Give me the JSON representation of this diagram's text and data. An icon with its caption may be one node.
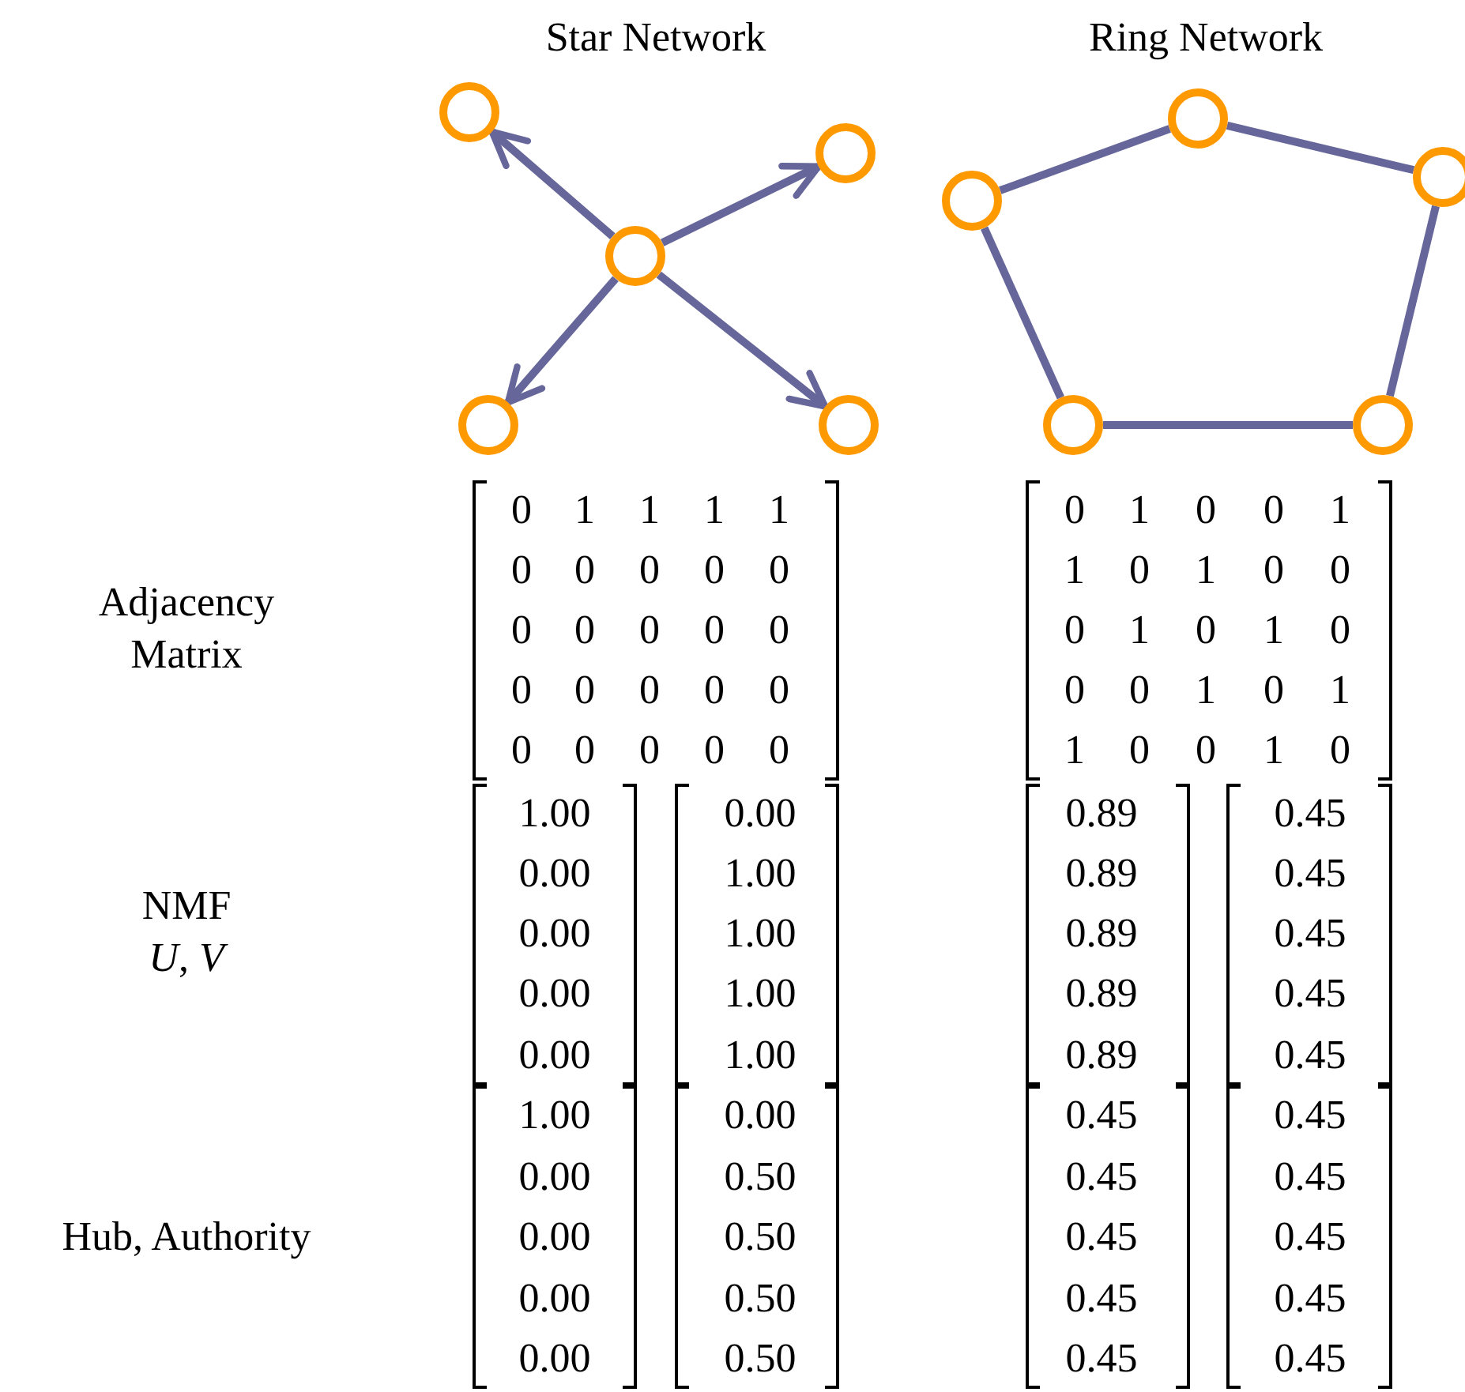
{
  "diagram": {
    "nodes": [
      {
        "text": [],
        "shape": "circle"
      },
      {
        "text": [],
        "shape": "circle"
      },
      {
        "text": [],
        "shape": "circle"
      },
      {
        "text": [],
        "shape": "circle"
      },
      {
        "text": [],
        "shape": "circle"
      },
      {
        "text": [],
        "shape": "circle"
      },
      {
        "text": [],
        "shape": "circle"
      },
      {
        "text": [],
        "shape": "circle"
      },
      {
        "text": [],
        "shape": "circle"
      },
      {
        "text": [],
        "shape": "circle"
      }
    ],
    "edges": [
      {
        "from": 2,
        "to": 0,
        "arrow": "to"
      },
      {
        "from": 2,
        "to": 1,
        "arrow": "to"
      },
      {
        "from": 2,
        "to": 3,
        "arrow": "to"
      },
      {
        "from": 2,
        "to": 4,
        "arrow": "to"
      },
      {
        "from": 7,
        "to": 5,
        "arrow": "none"
      },
      {
        "from": 5,
        "to": 6,
        "arrow": "none"
      },
      {
        "from": 6,
        "to": 9,
        "arrow": "none"
      },
      {
        "from": 9,
        "to": 8,
        "arrow": "none"
      },
      {
        "from": 8,
        "to": 7,
        "arrow": "none"
      }
    ],
    "labels": [
      "Star Network",
      "Ring Network",
      "Adjacency Matrix",
      "0",
      "1",
      "1",
      "1",
      "1",
      "0",
      "0",
      "0",
      "0",
      "0",
      "0",
      "0",
      "0",
      "0",
      "0",
      "0",
      "0",
      "0",
      "0",
      "0",
      "0",
      "0",
      "0",
      "0",
      "0",
      "0",
      "1",
      "0",
      "0",
      "1",
      "1",
      "0",
      "1",
      "0",
      "0",
      "0",
      "1",
      "0",
      "1",
      "0",
      "0",
      "0",
      "1",
      "0",
      "1",
      "1",
      "0",
      "0",
      "1",
      "0",
      "NMF *U*, *V*",
      "1.00",
      "0.00",
      "0.00",
      "0.00",
      "0.00",
      "0.00",
      "1.00",
      "1.00",
      "1.00",
      "1.00",
      "0.89",
      "0.89",
      "0.89",
      "0.89",
      "0.89",
      "0.45",
      "0.45",
      "0.45",
      "0.45",
      "0.45",
      "Hub, Authority",
      "1.00",
      "0.00",
      "0.00",
      "0.00",
      "0.00",
      "0.00",
      "0.50",
      "0.50",
      "0.50",
      "0.50",
      "0.45",
      "0.45",
      "0.45",
      "0.45",
      "0.45",
      "0.45",
      "0.45",
      "0.45",
      "0.45",
      "0.45"
    ]
  }
}
